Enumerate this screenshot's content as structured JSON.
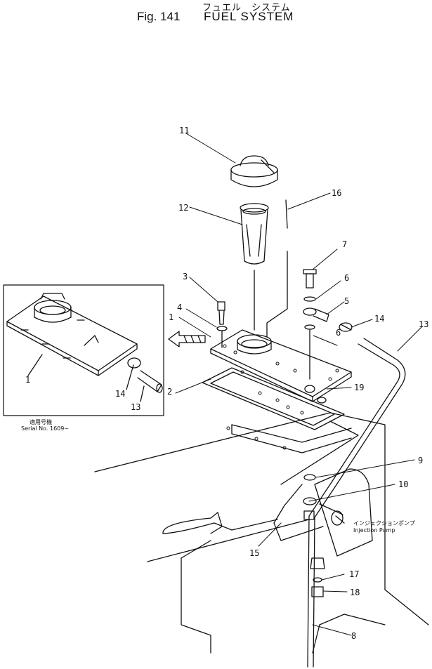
{
  "header": {
    "title_jp": "フュエル　システム",
    "fig_label": "Fig. 141",
    "title": "FUEL SYSTEM"
  },
  "callouts": [
    "11",
    "12",
    "16",
    "7",
    "3",
    "6",
    "4",
    "5",
    "14",
    "13",
    "1",
    "6",
    "2",
    "19",
    "9",
    "10",
    "15",
    "17",
    "18",
    "8"
  ],
  "inset": {
    "callouts": [
      "1",
      "14",
      "13"
    ],
    "serial_jp": "適用号機",
    "serial": "Serial No. 1609~"
  },
  "pump_label": {
    "jp": "インジェクションポンプ",
    "en": "Injection Pump"
  },
  "colors": {
    "ink": "#111111",
    "paper": "#ffffff"
  }
}
